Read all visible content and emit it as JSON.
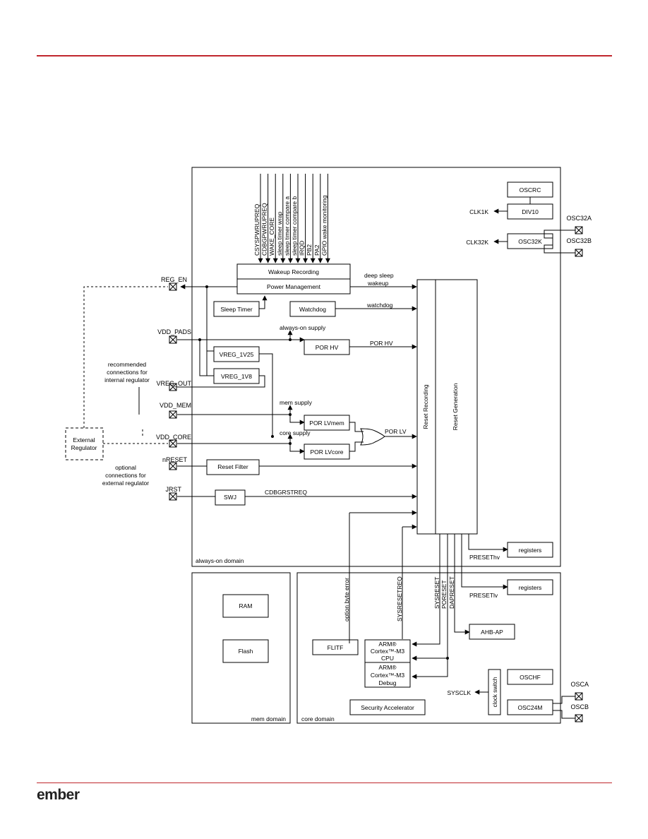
{
  "brand": {
    "logo_text": "ember",
    "accent_color": "#c0262d"
  },
  "domains": {
    "always_on": "always-on domain",
    "mem": "mem domain",
    "core": "core domain"
  },
  "wake_signals": [
    "CSYSPWRUPREQ",
    "CDBGPWRUPREQ",
    "WAKE_CORE",
    "sleep timer wrap",
    "sleep timer compare a",
    "sleep timer compare b",
    "IRQD",
    "PB2",
    "PA2",
    "GPIO wake monitoring"
  ],
  "blocks": {
    "osc_rc": "OSCRC",
    "div10": "DIV10",
    "osc32k": "OSC32K",
    "wakeup_recording": "Wakeup Recording",
    "power_management": "Power Management",
    "sleep_timer": "Sleep Timer",
    "watchdog": "Watchdog",
    "por_hv": "POR HV",
    "vreg_1v25": "VREG_1V25",
    "vreg_1v8": "VREG_1V8",
    "por_lvmem": "POR LVmem",
    "por_lvcore": "POR LVcore",
    "reset_filter": "Reset Filter",
    "swj": "SWJ",
    "reset_recording": "Reset Recording",
    "reset_generation": "Reset Generation",
    "registers_aon": "registers",
    "registers_core": "registers",
    "ram": "RAM",
    "flash": "Flash",
    "flitf": "FLITF",
    "arm_cpu": [
      "ARM®",
      "Cortex™-M3",
      "CPU"
    ],
    "arm_debug": [
      "ARM®",
      "Cortex™-M3",
      "Debug"
    ],
    "ahb_ap": "AHB-AP",
    "osc_hf": "OSCHF",
    "osc24m": "OSC24M",
    "clock_switch": "clock switch",
    "security_accel": "Security Accelerator",
    "external_regulator": [
      "External",
      "Regulator"
    ]
  },
  "pins": {
    "osc32a": "OSC32A",
    "osc32b": "OSC32B",
    "reg_en": "REG_EN",
    "vdd_pads": "VDD_PADS",
    "vreg_out": "VREG_OUT",
    "vdd_mem": "VDD_MEM",
    "vdd_core": "VDD_CORE",
    "nreset": "nRESET",
    "jrst": "JRST",
    "osca": "OSCA",
    "oscb": "OSCB"
  },
  "signals": {
    "clk1k": "CLK1K",
    "clk32k": "CLK32K",
    "deep_sleep_wakeup": [
      "deep sleep",
      "wakeup"
    ],
    "watchdog": "watchdog",
    "always_on_supply": "always-on supply",
    "por_hv": "POR HV",
    "mem_supply": "mem supply",
    "core_supply": "core supply",
    "por_lv": "POR LV",
    "cdbgrstreq": "CDBGRSTREQ",
    "preset_hv": "PRESEThv",
    "preset_lv": "PRESETlv",
    "option_byte_error": "option byte error",
    "sysresetreq": "SYSRESETREQ",
    "sysreset": "SYSRESET",
    "poreset": "PORESET",
    "dapreset": "DAPRESET",
    "sysclk": "SYSCLK",
    "recommended": [
      "recommended",
      "connections for",
      "internal regulator"
    ],
    "optional": [
      "optional",
      "connections for",
      "external regulator"
    ]
  }
}
